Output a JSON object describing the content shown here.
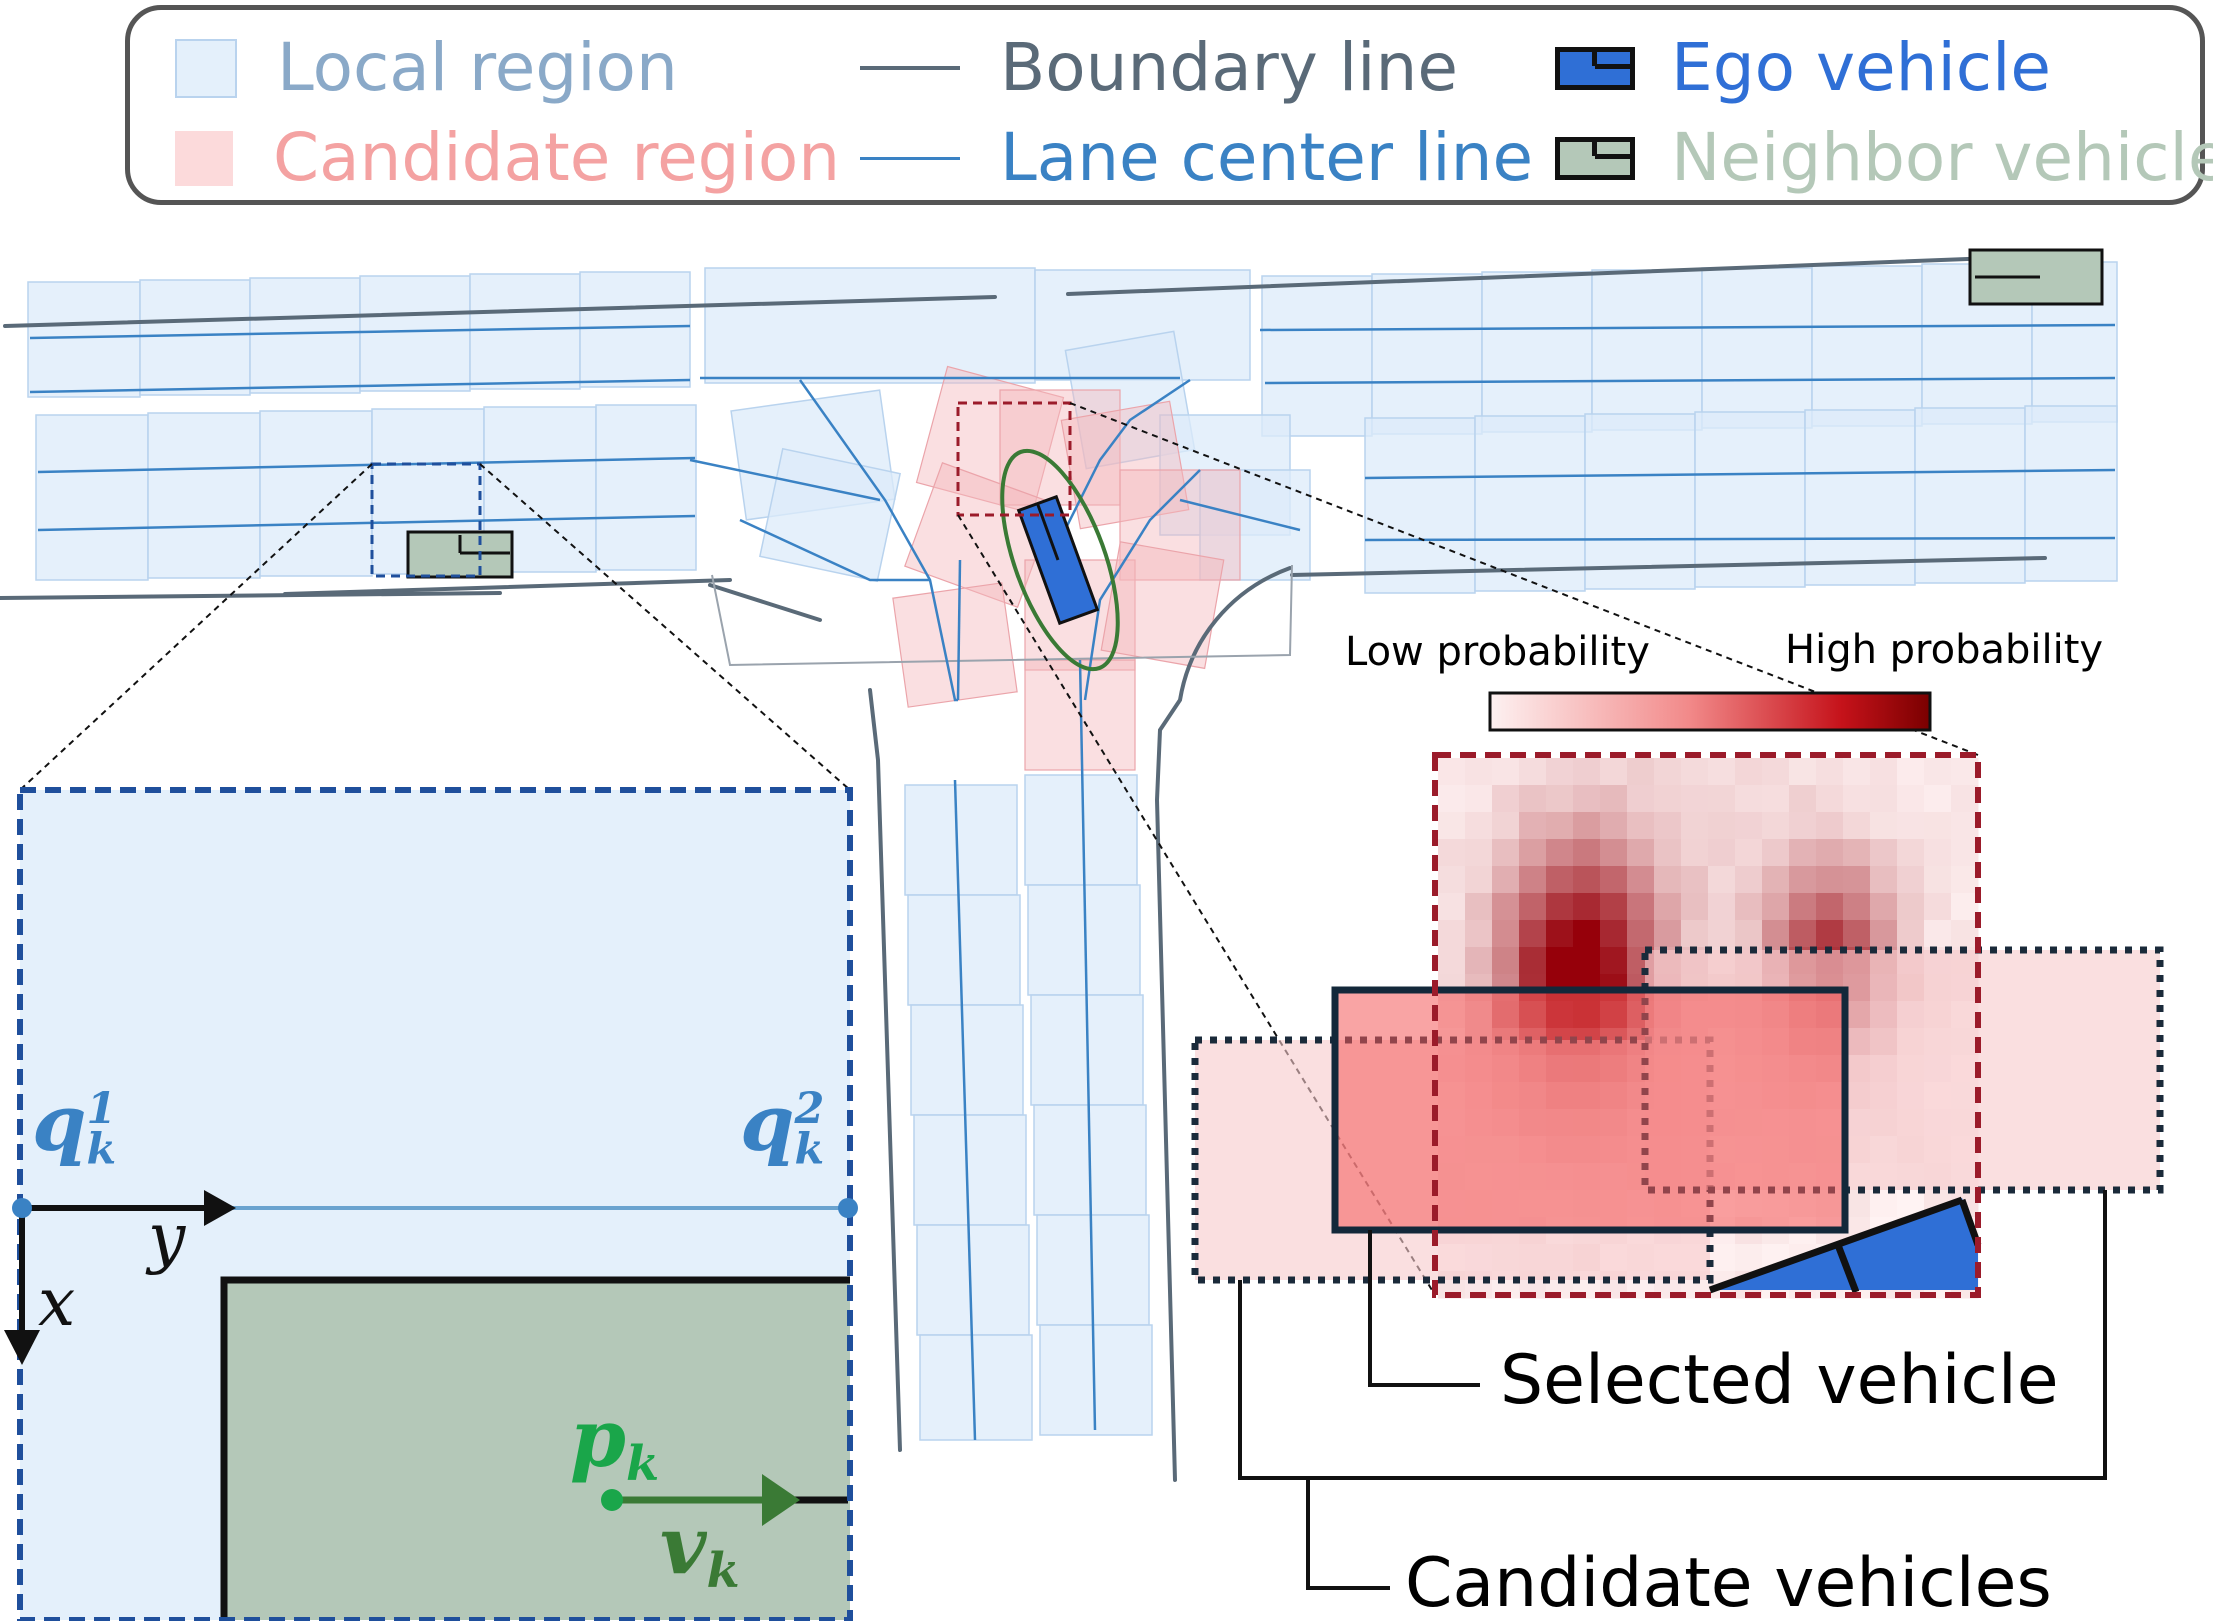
{
  "legend": {
    "local_region": "Local region",
    "candidate_region": "Candidate region",
    "boundary_line": "Boundary line",
    "lane_center_line": "Lane center line",
    "ego_vehicle": "Ego vehicle",
    "neighbor_vehicle": "Neighbor vehicle"
  },
  "colorbar": {
    "low": "Low probability",
    "high": "High probability"
  },
  "callouts": {
    "selected": "Selected vehicle",
    "candidates": "Candidate vehicles"
  },
  "math": {
    "q": "q",
    "k": "k",
    "sup1": "1",
    "sup2": "2",
    "p": "p",
    "v": "v",
    "x": "x",
    "y": "y"
  },
  "colors": {
    "local_region": "#dbeaf8",
    "candidate_region": "#f6c9cc",
    "boundary_line": "#5a6a78",
    "lane_center_line": "#3a82c4",
    "ego_vehicle": "#2f6fd6",
    "neighbor_vehicle": "#b4c8b8",
    "heat_high": "#8b0000",
    "zoom_blue": "#1f4f9c",
    "zoom_red": "#9b1b2a"
  }
}
